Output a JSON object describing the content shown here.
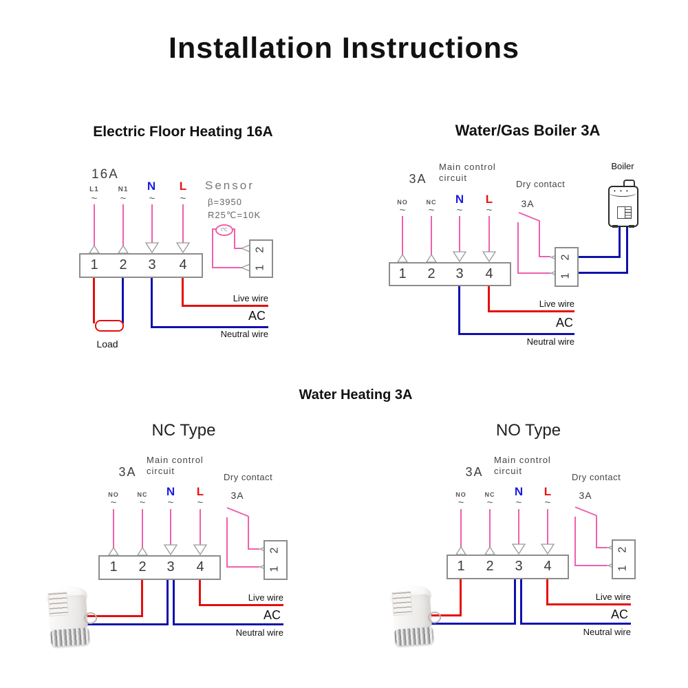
{
  "page_title": "Installation Instructions",
  "glyphs": {
    "tilde": "~",
    "dots": "• • •"
  },
  "colors": {
    "pink_wire": "#ee5fae",
    "red_wire": "#e60d0a",
    "blue_wire": "#1010ae",
    "terminal_n": "#1a1ae6",
    "terminal_l": "#e81010",
    "box_border": "#8c8c8c"
  },
  "sections": {
    "floor_heating": {
      "title": "Electric Floor Heating 16A",
      "rating": "16A",
      "terminal_labels": [
        "L1",
        "N1",
        "N",
        "L"
      ],
      "block_numbers": [
        "1",
        "2",
        "3",
        "4"
      ],
      "sensor": {
        "title": "Sensor",
        "beta": "β=3950",
        "resistance": "R25℃=10K",
        "probe_label": "t℃",
        "connector_numbers": [
          "2",
          "1"
        ]
      },
      "load_label": "Load",
      "live_wire_label": "Live wire",
      "ac_label": "AC",
      "neutral_wire_label": "Neutral wire"
    },
    "water_gas_boiler": {
      "title": "Water/Gas Boiler 3A",
      "rating": "3A",
      "main_control_label": "Main control circuit",
      "terminal_labels": [
        "NO",
        "NC",
        "N",
        "L"
      ],
      "dry_contact_label": "Dry contact",
      "dry_contact_rating": "3A",
      "block_numbers": [
        "1",
        "2",
        "3",
        "4"
      ],
      "connector_numbers": [
        "2",
        "1"
      ],
      "boiler_label": "Boiler",
      "live_wire_label": "Live wire",
      "ac_label": "AC",
      "neutral_wire_label": "Neutral wire"
    },
    "water_heating": {
      "title": "Water Heating 3A",
      "nc": {
        "title": "NC Type",
        "rating": "3A",
        "main_control_label": "Main control circuit",
        "terminal_labels": [
          "NO",
          "NC",
          "N",
          "L"
        ],
        "dry_contact_label": "Dry contact",
        "dry_contact_rating": "3A",
        "block_numbers": [
          "1",
          "2",
          "3",
          "4"
        ],
        "connector_numbers": [
          "2",
          "1"
        ],
        "live_wire_label": "Live wire",
        "ac_label": "AC",
        "neutral_wire_label": "Neutral wire"
      },
      "no": {
        "title": "NO Type",
        "rating": "3A",
        "main_control_label": "Main control circuit",
        "terminal_labels": [
          "NO",
          "NC",
          "N",
          "L"
        ],
        "dry_contact_label": "Dry contact",
        "dry_contact_rating": "3A",
        "block_numbers": [
          "1",
          "2",
          "3",
          "4"
        ],
        "connector_numbers": [
          "2",
          "1"
        ],
        "live_wire_label": "Live wire",
        "ac_label": "AC",
        "neutral_wire_label": "Neutral wire"
      }
    }
  }
}
